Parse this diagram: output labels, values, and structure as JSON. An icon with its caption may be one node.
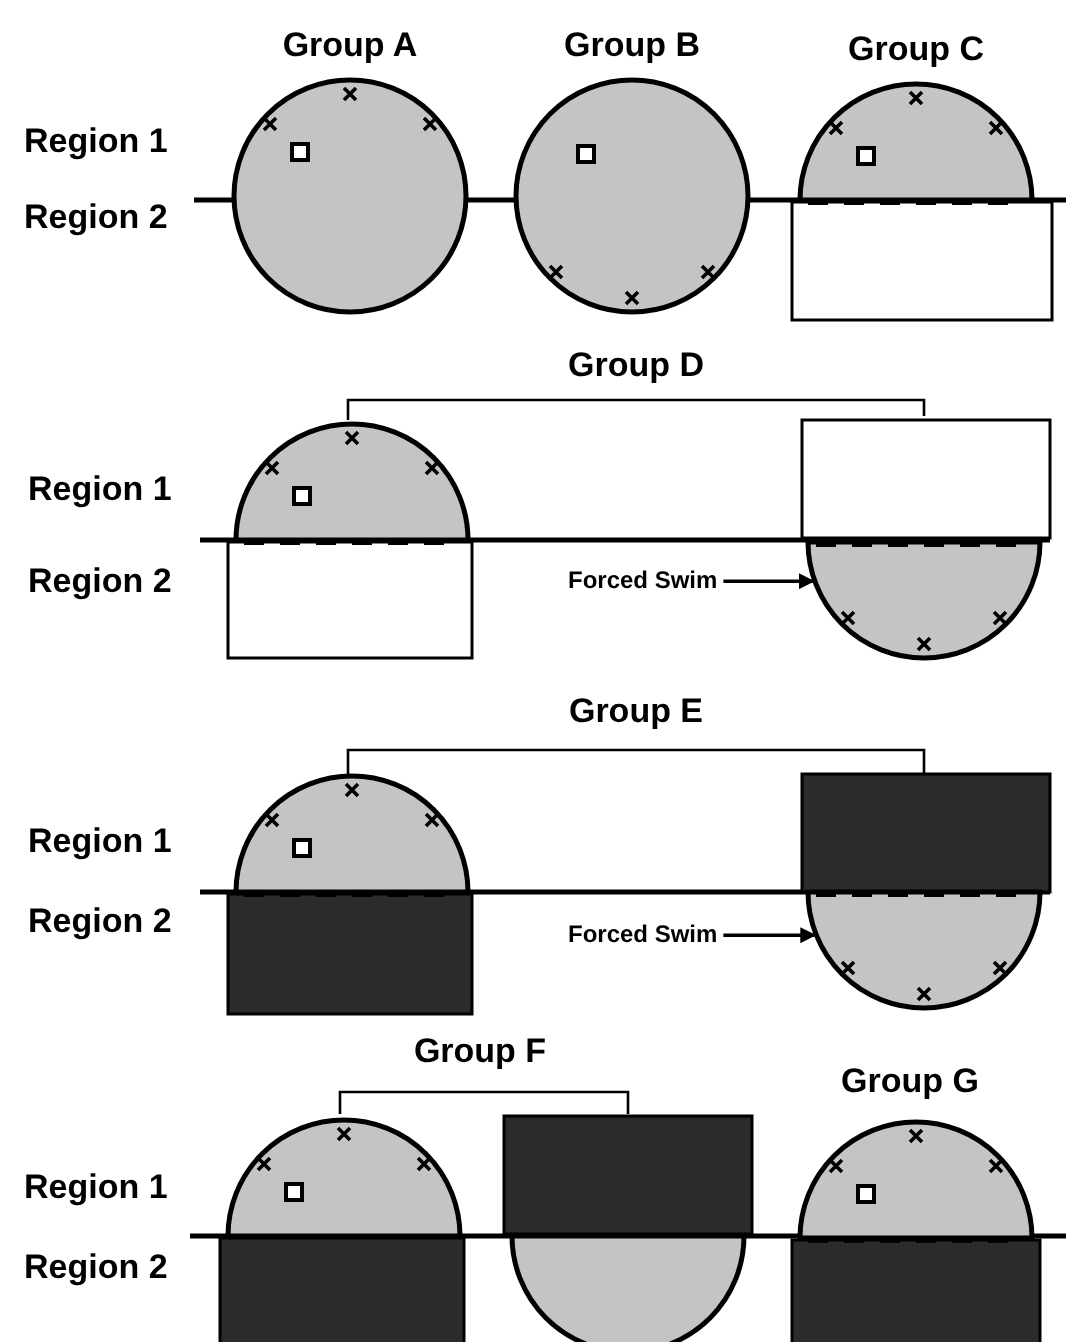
{
  "diagram": {
    "nodes": [
      {
        "text": [],
        "shape": "circle"
      },
      {
        "text": [],
        "shape": "circle"
      },
      {
        "text": [],
        "shape": "semicircle"
      },
      {
        "text": [],
        "shape": "box"
      },
      {
        "text": [],
        "shape": "semicircle"
      },
      {
        "text": [],
        "shape": "box"
      },
      {
        "text": [],
        "shape": "box"
      },
      {
        "text": [
          "Forced Swim"
        ]
      },
      {
        "text": [],
        "shape": "semicircle"
      },
      {
        "text": [],
        "shape": "semicircle"
      },
      {
        "text": [],
        "shape": "box"
      },
      {
        "text": [],
        "shape": "box"
      },
      {
        "text": [
          "Forced Swim"
        ]
      },
      {
        "text": [],
        "shape": "semicircle"
      },
      {
        "text": [],
        "shape": "box"
      },
      {
        "text": [],
        "shape": "semicircle"
      },
      {
        "text": [],
        "shape": "semicircle"
      },
      {
        "text": [],
        "shape": "box"
      },
      {
        "text": [],
        "shape": "semicircle"
      },
      {
        "text": [],
        "shape": "box"
      }
    ],
    "edges": [
      {
        "from": 7,
        "to": 8,
        "arrow": "to"
      },
      {
        "from": 12,
        "to": 13,
        "arrow": "to"
      }
    ],
    "labels": [
      "Group A",
      "Group B",
      "Group C",
      "Region 1",
      "Region 2",
      "Group D",
      "Region 1",
      "Region 2",
      "Group E",
      "Region 1",
      "Region 2",
      "Group F",
      "Group G",
      "Region 1",
      "Region 2"
    ]
  }
}
